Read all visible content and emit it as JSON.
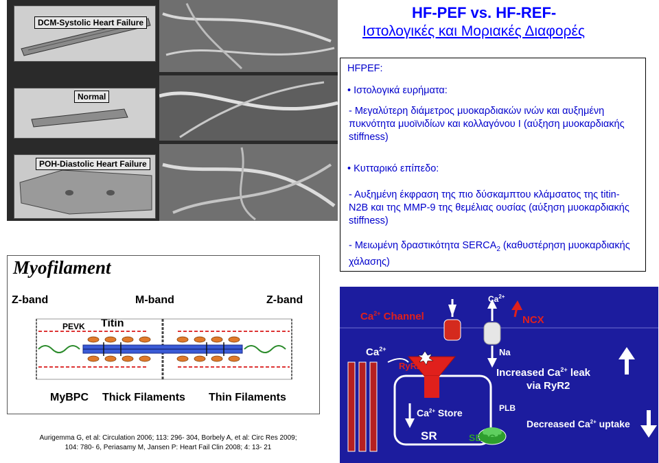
{
  "title": {
    "line1": "HF-PEF vs. HF-REF-",
    "line2": "Ιστολογικές και Μοριακές Διαφορές"
  },
  "textbox": {
    "header": "HFPEF:",
    "bullet1": "Ιστολογικά ευρήματα:",
    "para1": "- Μεγαλύτερη διάμετρος μυοκαρδιακών ινών και αυξημένη πυκνότητα μυοϊνιδίων και κολλαγόνου Ι (αύξηση μυοκαρδιακής stiffness)",
    "bullet2": "Κυτταρικό επίπεδο:",
    "para2": "- Αυξημένη έκφραση της πιο δύσκαμπτου κλάμσατος της titin- N2B και της MMP-9 της θεμέλιας ουσίας (αύξηση μυοκαρδιακής stiffness)",
    "para3_pre": "- Μειωμένη δραστικότητα SERCA",
    "para3_sub": "2",
    "para3_post": " (καθυστέρηση μυοκαρδιακής χάλασης)"
  },
  "micrograph": {
    "label_dcm": "DCM-Systolic Heart Failure",
    "label_normal": "Normal",
    "label_poh": "POH-Diastolic Heart Failure"
  },
  "myofilament": {
    "title": "Myofilament",
    "zband_left": "Z-band",
    "mband": "M-band",
    "zband_right": "Z-band",
    "pevk": "PEVK",
    "titin": "Titin",
    "mybpc": "MyBPC",
    "thick": "Thick Filaments",
    "thin": "Thin Filaments"
  },
  "citation": {
    "line1": "Aurigemma G, et al: Circulation 2006; 113: 296- 304, Borbely A, et al: Circ Res 2009;",
    "line2": "104: 780- 6, Periasamy M, Jansen P: Heart Fail Clin 2008; 4: 13- 21"
  },
  "calcium": {
    "ca_top": "Ca",
    "ca_top_sup": "2+",
    "channel_ca": "Ca",
    "channel_sup": "2+",
    "channel_word": "Channel",
    "ncx": "NCX",
    "ca_left": "Ca",
    "ca_left_sup": "2+",
    "na": "Na",
    "ryr2": "RyR2",
    "leak_line1_pre": "Increased Ca",
    "leak_line1_sup": "2+",
    "leak_line1_post": " leak",
    "leak_line2": "via RyR2",
    "store_ca": "Ca",
    "store_sup": "2+",
    "store_word": "Store",
    "plb": "PLB",
    "sr": "SR",
    "serca": "SERCA",
    "uptake_pre": "Decreased Ca",
    "uptake_sup": "2+",
    "uptake_post": " uptake",
    "colors": {
      "background": "#1c1c9e",
      "red": "#e0201c",
      "green": "#2e9e2e",
      "white": "#ffffff"
    }
  }
}
